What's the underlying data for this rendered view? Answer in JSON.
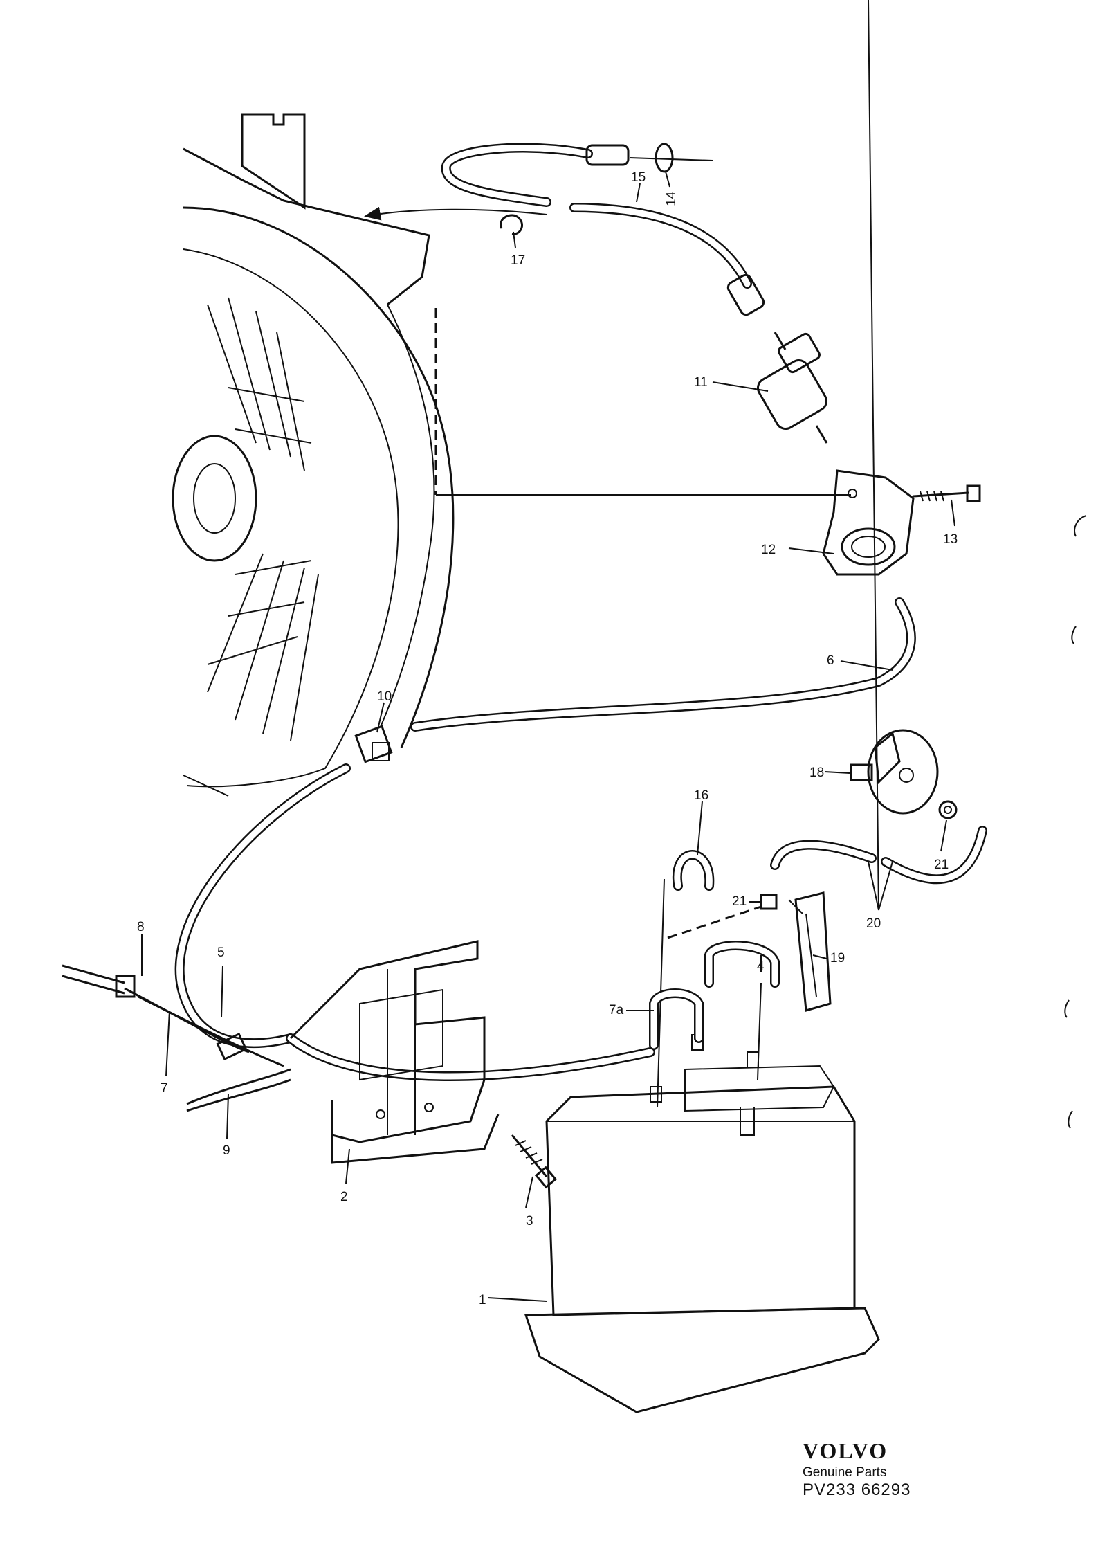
{
  "callouts": [
    {
      "id": "1",
      "text": "1"
    },
    {
      "id": "2",
      "text": "2"
    },
    {
      "id": "3",
      "text": "3"
    },
    {
      "id": "4",
      "text": "4"
    },
    {
      "id": "5",
      "text": "5"
    },
    {
      "id": "6",
      "text": "6"
    },
    {
      "id": "7",
      "text": "7"
    },
    {
      "id": "7a",
      "text": "7a"
    },
    {
      "id": "8",
      "text": "8"
    },
    {
      "id": "9",
      "text": "9"
    },
    {
      "id": "10",
      "text": "10"
    },
    {
      "id": "11",
      "text": "11"
    },
    {
      "id": "12",
      "text": "12"
    },
    {
      "id": "13",
      "text": "13"
    },
    {
      "id": "14",
      "text": "14"
    },
    {
      "id": "15",
      "text": "15"
    },
    {
      "id": "16",
      "text": "16"
    },
    {
      "id": "17",
      "text": "17"
    },
    {
      "id": "18",
      "text": "18"
    },
    {
      "id": "19",
      "text": "19"
    },
    {
      "id": "20",
      "text": "20"
    },
    {
      "id": "21a",
      "text": "21"
    },
    {
      "id": "21b",
      "text": "21"
    }
  ],
  "brand": {
    "logo": "VOLVO",
    "subtitle": "Genuine Parts",
    "code": "PV233 66293"
  }
}
